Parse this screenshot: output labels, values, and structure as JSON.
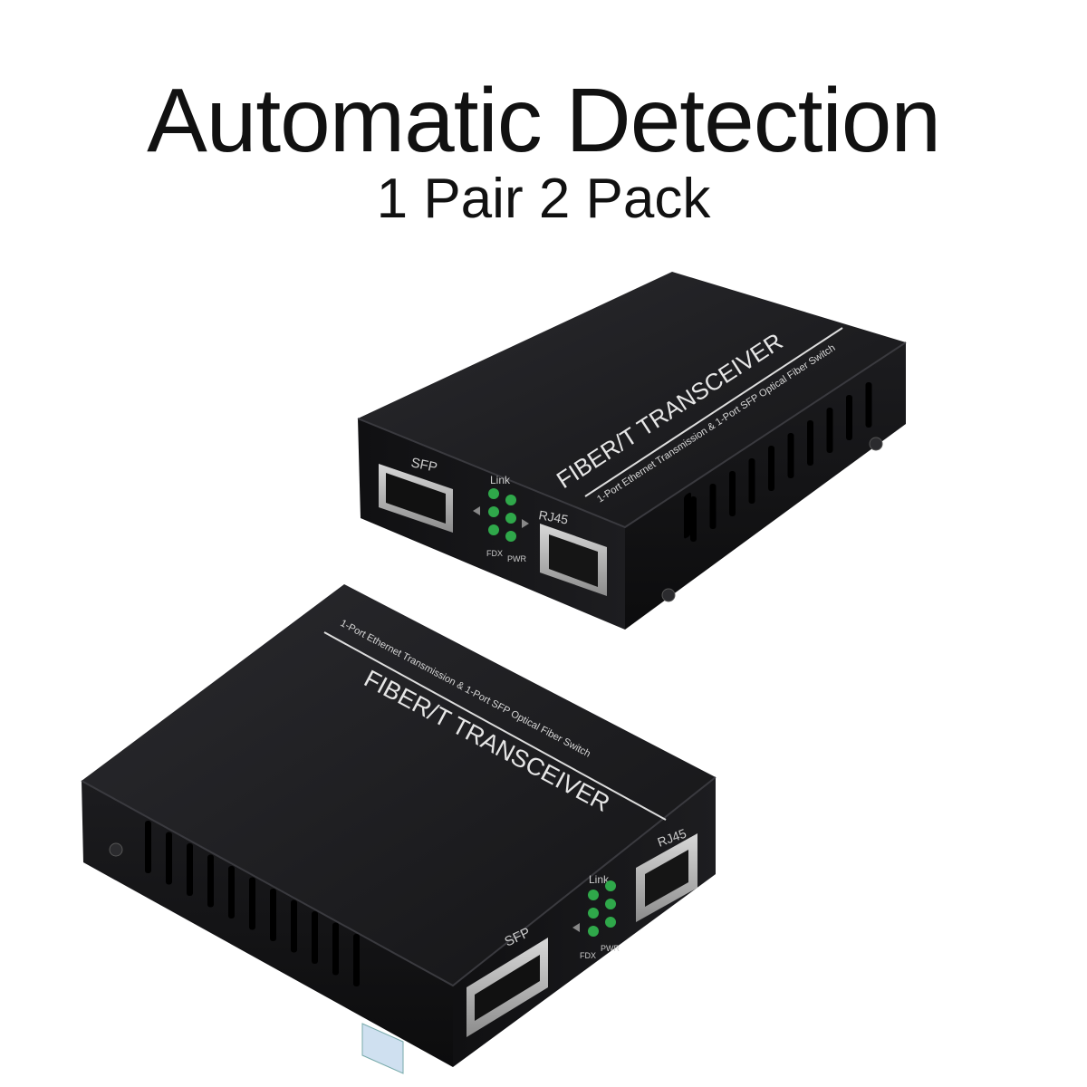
{
  "heading": {
    "title": "Automatic Detection",
    "subtitle": "1 Pair 2 Pack"
  },
  "colors": {
    "background": "#ffffff",
    "text": "#111111",
    "device_body": "#1a1a1c",
    "device_top": "#202023",
    "led": "#2fa84a",
    "port_silver": "#b8b8b8"
  },
  "devices": [
    {
      "brand": "FIBER/T  TRANSCEIVER",
      "description": "1-Port Ethernet Transmission & 1-Port SFP Optical Fiber Switch",
      "sfp_label": "SFP",
      "rj45_label": "RJ45",
      "led_link_label": "Link",
      "led_fdx_label": "FDX",
      "led_pwr_label": "PWR"
    },
    {
      "brand": "FIBER/T  TRANSCEIVER",
      "description": "1-Port Ethernet Transmission & 1-Port SFP Optical Fiber Switch",
      "sfp_label": "SFP",
      "rj45_label": "RJ45",
      "led_link_label": "Link",
      "led_fdx_label": "FDX",
      "led_pwr_label": "PWR"
    }
  ]
}
